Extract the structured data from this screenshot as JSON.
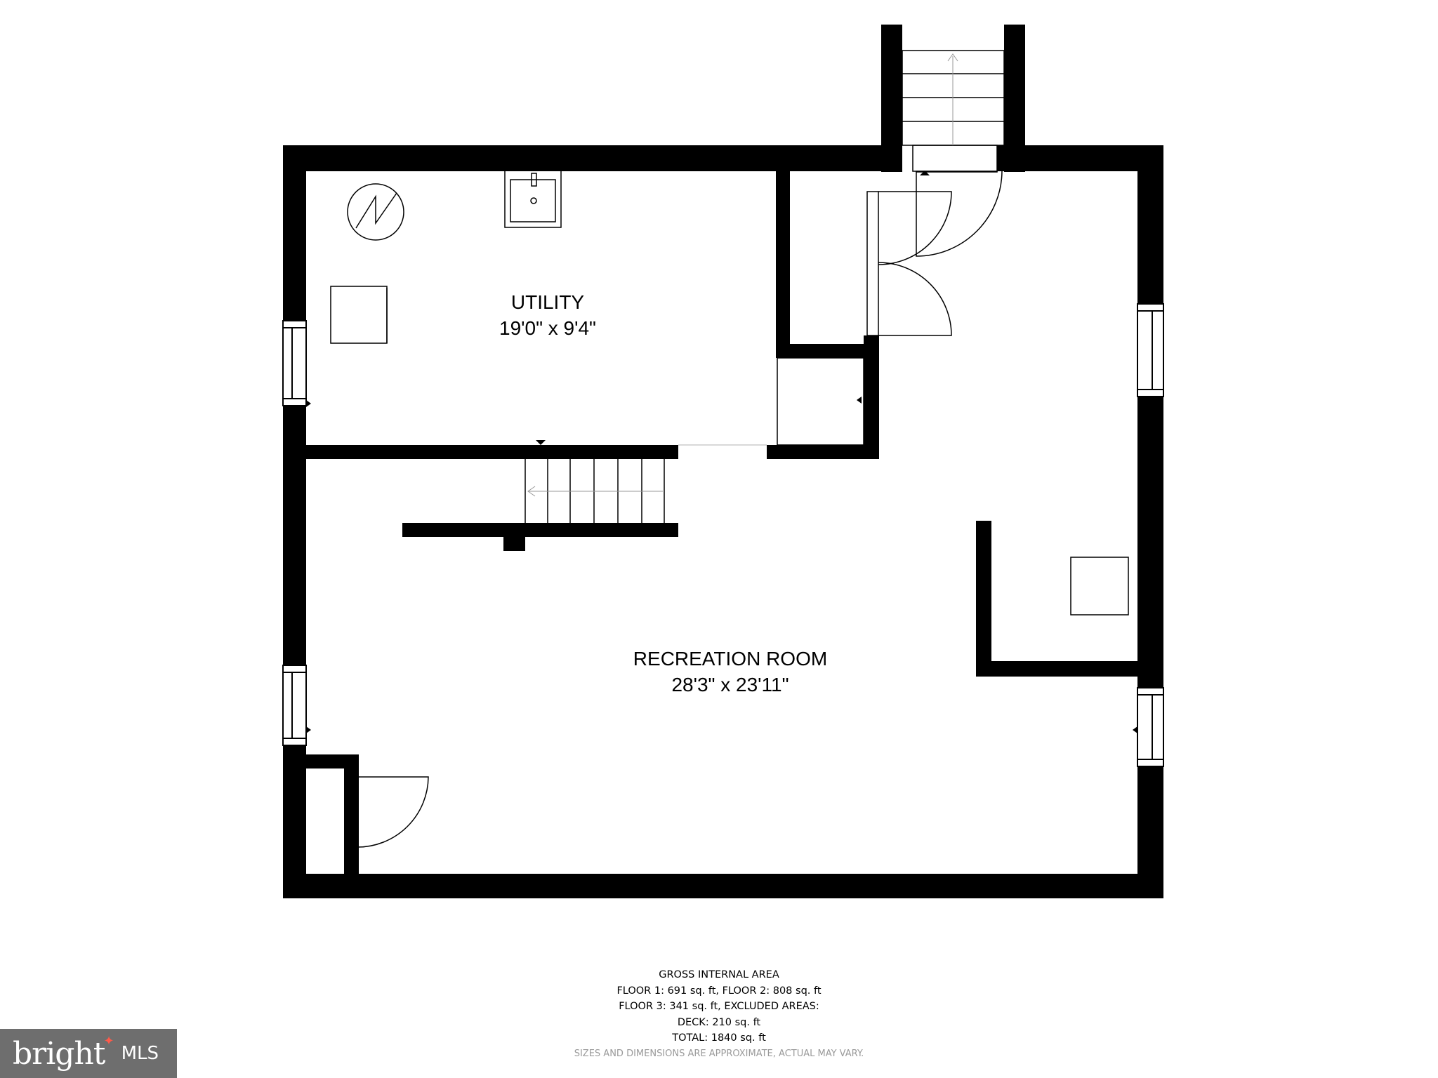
{
  "rooms": {
    "utility": {
      "name": "UTILITY",
      "dims": "19'0\" x 9'4\""
    },
    "recreation": {
      "name": "RECREATION ROOM",
      "dims": "28'3\" x 23'11\""
    }
  },
  "area_summary": {
    "title": "GROSS INTERNAL AREA",
    "line1": "FLOOR 1: 691 sq. ft, FLOOR 2: 808 sq. ft",
    "line2": "FLOOR 3: 341 sq. ft, EXCLUDED AREAS:",
    "line3": "DECK: 210 sq. ft",
    "line4": "TOTAL: 1840 sq. ft",
    "disclaimer": "SIZES AND DIMENSIONS ARE APPROXIMATE, ACTUAL MAY VARY."
  },
  "logo": {
    "brand": "bright",
    "suffix": "MLS"
  },
  "colors": {
    "wall": "#000000",
    "background": "#ffffff",
    "logo_bg": "#6e6e6e",
    "logo_accent": "#ff5a4a"
  }
}
